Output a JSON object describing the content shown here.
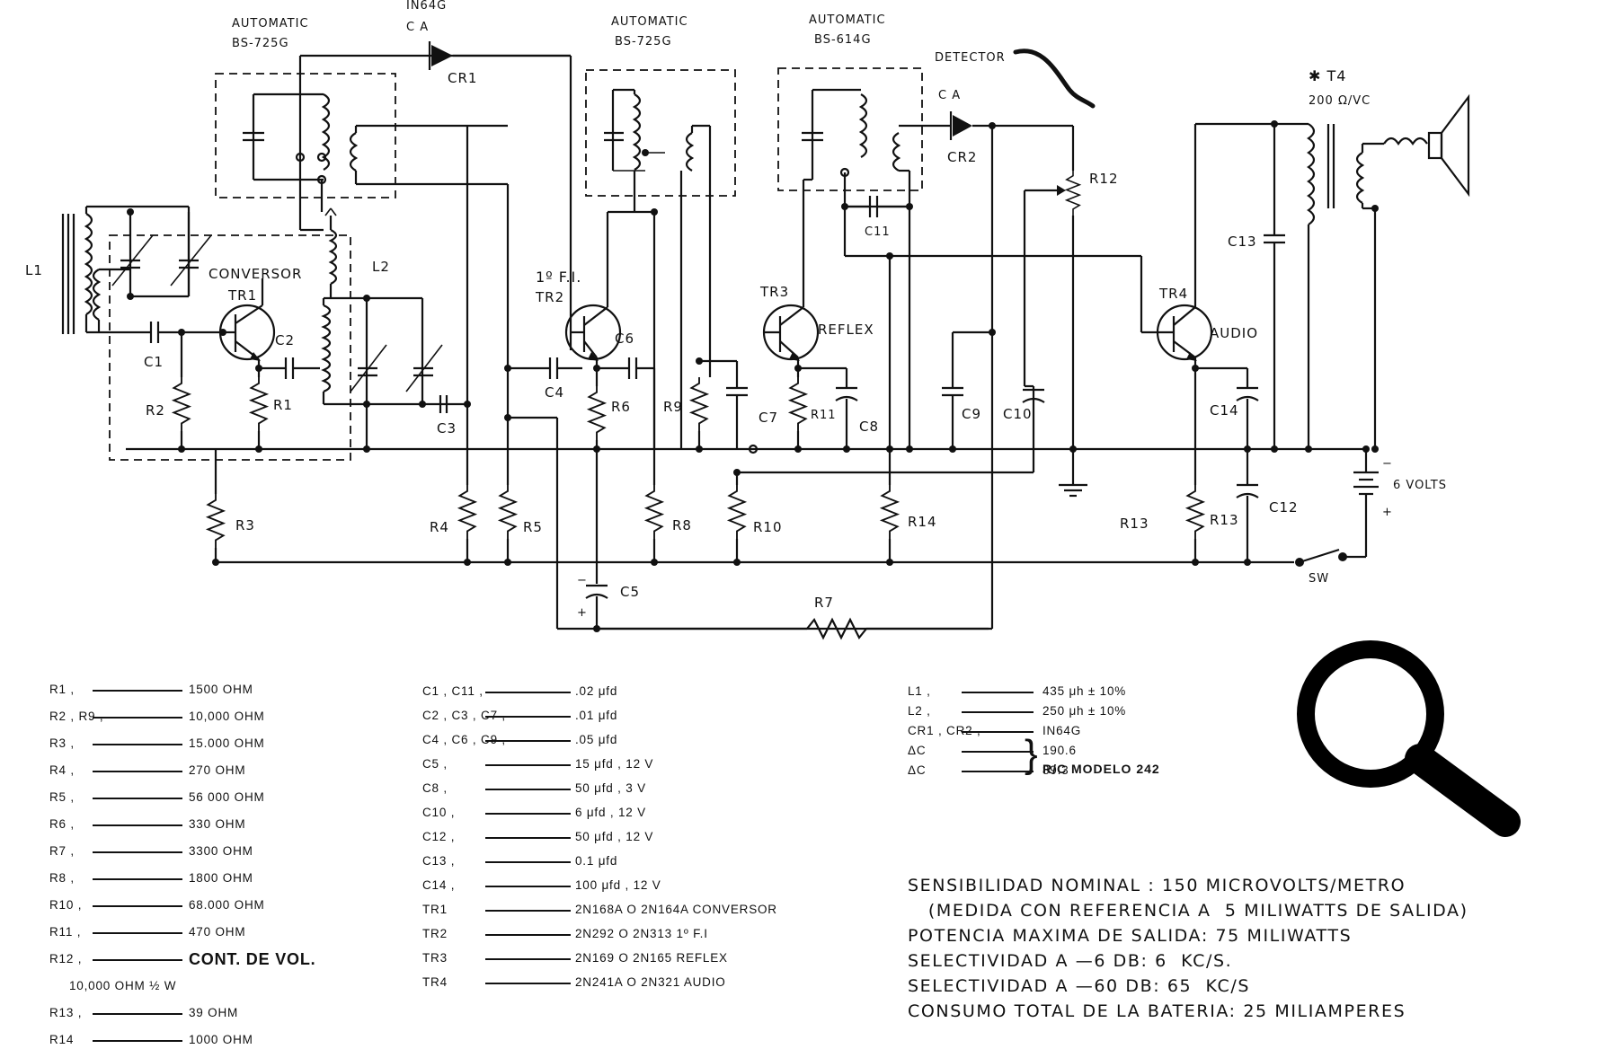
{
  "schematic": {
    "transformers": [
      {
        "label": "AUTOMATIC",
        "model": "BS-725G"
      },
      {
        "label": "AUTOMATIC",
        "model": "BS-725G"
      },
      {
        "label": "AUTOMATIC",
        "model": "BS-614G"
      }
    ],
    "cr1_part": "IN64G",
    "cr1_ca": "C       A",
    "cr1": "CR1",
    "detector": "DETECTOR",
    "cr2_ca": "C    A",
    "cr2": "CR2",
    "t4": "✱ T4",
    "t4_imp": "200 Ω/VC",
    "l1": "L1",
    "l2": "L2",
    "conversor": "CONVERSOR",
    "tr1": "TR1",
    "tr2": "TR2",
    "tr2_stage": "1º F.I.",
    "tr3": "TR3",
    "tr3_stage": "REFLEX",
    "tr4": "TR4",
    "tr4_stage": "AUDIO",
    "c1": "C1",
    "c2": "C2",
    "c3": "C3",
    "c4": "C4",
    "c5": "C5",
    "c6": "C6",
    "c7": "C7",
    "c8": "C8",
    "c9": "C9",
    "c10": "C10",
    "c11": "C11",
    "c12": "C12",
    "c13": "C13",
    "c14": "C14",
    "r1": "R1",
    "r2": "R2",
    "r3": "R3",
    "r4": "R4",
    "r5": "R5",
    "r6": "R6",
    "r7": "R7",
    "r8": "R8",
    "r9": "R9",
    "r10": "R10",
    "r11": "R11",
    "r12": "R12",
    "r13a": "R13",
    "r13b": "R13",
    "r14": "R14",
    "battery": "6 VOLTS",
    "sw": "SW"
  },
  "resistors": [
    {
      "k": "R1 ,",
      "v": "1500 OHM"
    },
    {
      "k": "R2 , R9 ,",
      "v": "10,000 OHM"
    },
    {
      "k": "R3 ,",
      "v": "15.000 OHM"
    },
    {
      "k": "R4 ,",
      "v": "270 OHM"
    },
    {
      "k": "R5 ,",
      "v": "56 000 OHM"
    },
    {
      "k": "R6 ,",
      "v": "330 OHM"
    },
    {
      "k": "R7 ,",
      "v": "3300 OHM"
    },
    {
      "k": "R8 ,",
      "v": "1800 OHM"
    },
    {
      "k": "R10 ,",
      "v": "68.000 OHM"
    },
    {
      "k": "R11 ,",
      "v": "470 OHM"
    },
    {
      "k": "R12 ,",
      "v": "CONT. DE VOL."
    },
    {
      "k": "",
      "v": "10,000 OHM ½ W"
    },
    {
      "k": "R13 ,",
      "v": "39 OHM"
    },
    {
      "k": "R14",
      "v": "1000 OHM"
    }
  ],
  "capacitors": [
    {
      "k": "C1 , C11 ,",
      "v": ".02 μfd"
    },
    {
      "k": "C2 , C3 , C7 ,",
      "v": ".01 μfd"
    },
    {
      "k": "C4 , C6 , C9 ,",
      "v": ".05 μfd"
    },
    {
      "k": "C5 ,",
      "v": "15 μfd , 12 V"
    },
    {
      "k": "C8 ,",
      "v": "50 μfd , 3 V"
    },
    {
      "k": "C10 ,",
      "v": "6 μfd , 12 V"
    },
    {
      "k": "C12 ,",
      "v": "50 μfd , 12 V"
    },
    {
      "k": "C13 ,",
      "v": "0.1 μfd"
    },
    {
      "k": "C14 ,",
      "v": "100 μfd , 12 V"
    },
    {
      "k": "TR1",
      "v": "2N168A  O   2N164A CONVERSOR"
    },
    {
      "k": "TR2",
      "v": "2N292  O   2N313 1º F.I"
    },
    {
      "k": "TR3",
      "v": "2N169  O   2N165 REFLEX"
    },
    {
      "k": "TR4",
      "v": "2N241A  O   2N321 AUDIO"
    }
  ],
  "inductors": [
    {
      "k": "L1 ,",
      "v": "435 μh ± 10%"
    },
    {
      "k": "L2 ,",
      "v": "250 μh ± 10%"
    },
    {
      "k": "CR1 , CR2 ,",
      "v": "IN64G"
    },
    {
      "k": "ΔC",
      "v": "190.6"
    },
    {
      "k": "ΔC",
      "v": "89.3"
    }
  ],
  "rc_model": "R/C MODELO 242",
  "specs": [
    "SENSIBILIDAD NOMINAL : 150 MICROVOLTS/METRO",
    "   (MEDIDA CON REFERENCIA A  5 MILIWATTS DE SALIDA)",
    "POTENCIA MAXIMA DE SALIDA: 75 MILIWATTS",
    "SELECTIVIDAD A —6 DB: 6  KC/S.",
    "SELECTIVIDAD A —60 DB: 65  KC/S",
    "CONSUMO TOTAL DE LA BATERIA: 25 MILIAMPERES"
  ]
}
